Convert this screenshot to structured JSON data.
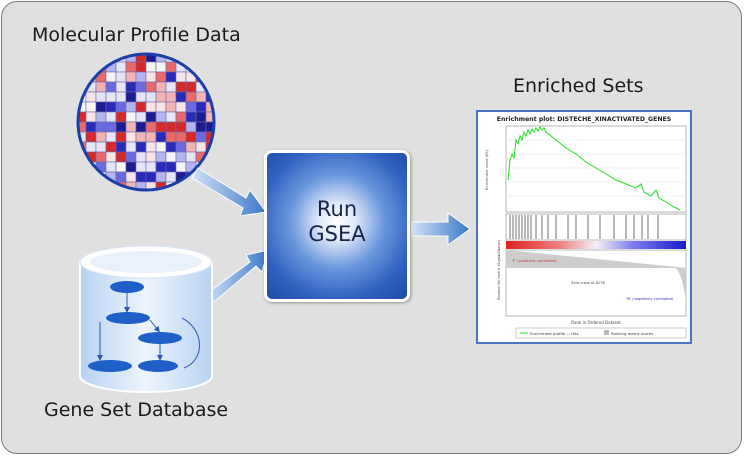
{
  "labels": {
    "molecular_profile": "Molecular Profile Data",
    "gene_set_database": "Gene Set Database",
    "enriched_sets": "Enriched Sets"
  },
  "run_button": {
    "line1": "Run",
    "line2": "GSEA"
  },
  "enrichment_plot": {
    "title": "Enrichment plot: DISTECHE_XINACTIVATED_GENES",
    "y_label_top": "Enrichment score (ES)",
    "y_label_bottom": "Ranked list metric (Signal2Noise)",
    "x_label": "Rank in Ordered Dataset",
    "zero_cross_label": "Zero cross at 8178",
    "pos_label": "'F' (positively correlated)",
    "neg_label": "'M' (negatively correlated)",
    "legend_1": "Enrichment profile — Hits",
    "legend_2": "Ranking metric scores"
  },
  "colors": {
    "panel_bg": "#e0e0e0",
    "panel_border": "#7a7a7a",
    "arrow_light": "#c9dcf5",
    "arrow_dark": "#3a78c8",
    "gsea_box": "#2f5fc0",
    "database": "#d6e6f8",
    "ellipse": "#1f5fc8",
    "es_curve": "#22dd22",
    "heat_red": "#e03030",
    "heat_blue": "#2030c0"
  }
}
